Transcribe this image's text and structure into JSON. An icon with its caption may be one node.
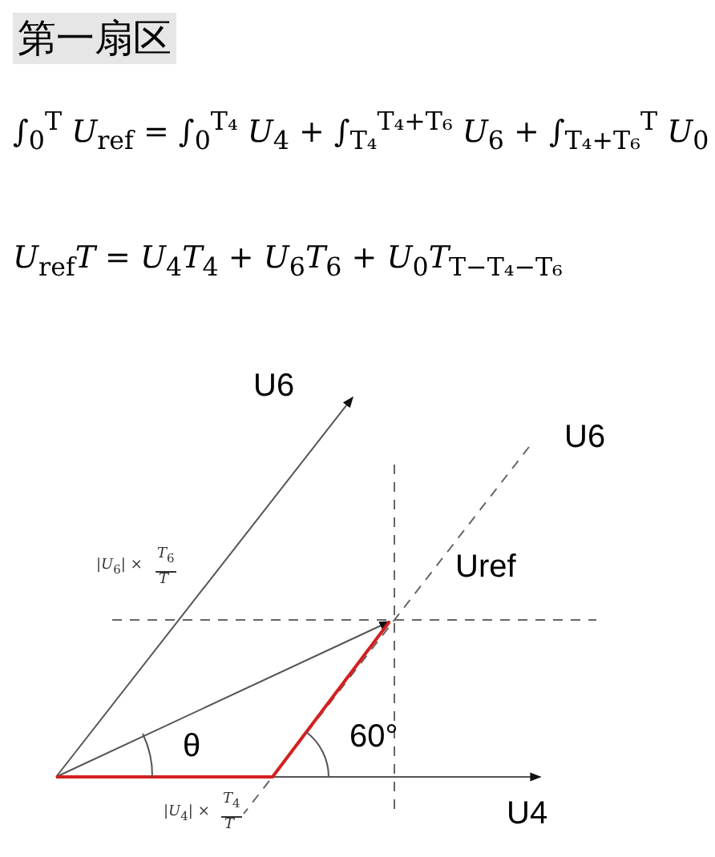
{
  "diagram": {
    "title": "第一扇区",
    "labels": [
      "∫$_{0}$$^{T}$ *U*$_{ref}$ = ∫$_{0}$$^{T₄}$ *U*$_{4}$ + ∫$_{T₄}$$^{T₄+T₆}$ *U*$_{6}$ + ∫$_{T₄+T₆}$$^{T}$ *U*$_{0}$",
      "*U*$_{ref}$*T* = *U*$_{4}$*T*$_{4}$ + *U*$_{6}$*T*$_{6}$ + *U*$_{0}$*T*$_{T−T₄−T₆}$",
      "U6",
      "U6",
      "Uref",
      "|*U*$_{6}$| ×",
      "*T*$_{6}$",
      "*T*",
      "θ",
      "60°",
      "|*U*$_{4}$| ×",
      "*T*$_{4}$",
      "*T*",
      "U4"
    ]
  }
}
